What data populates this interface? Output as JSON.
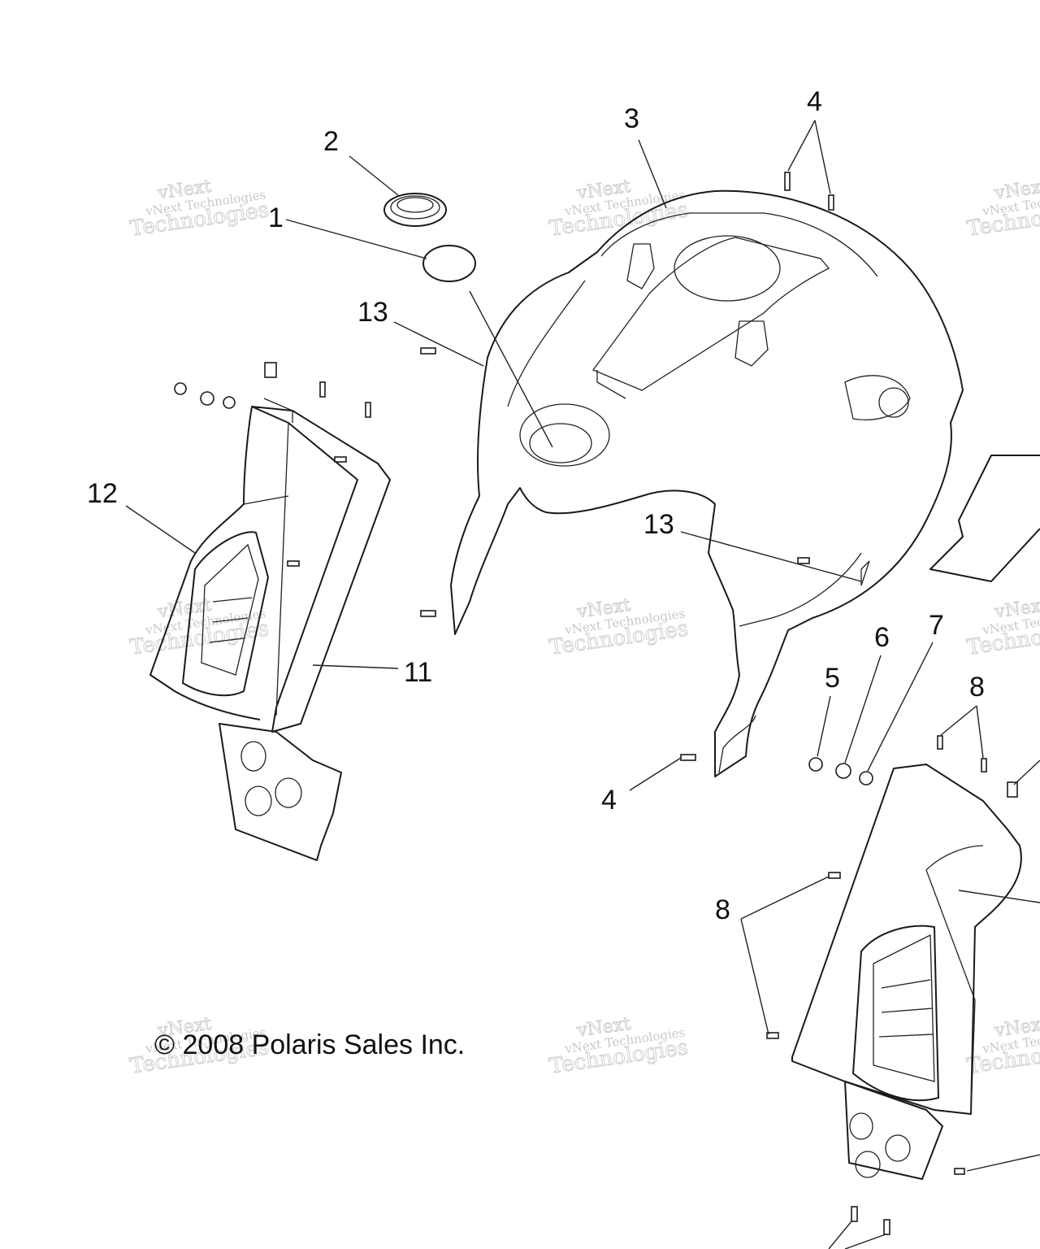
{
  "copyright": "© 2008 Polaris Sales Inc.",
  "watermark": {
    "line1": "vNext Technologies",
    "line2": "vNext",
    "line3": "Technologies"
  },
  "callouts": {
    "c1": "1",
    "c2": "2",
    "c3": "3",
    "c4a": "4",
    "c4b": "4",
    "c5": "5",
    "c6": "6",
    "c7": "7",
    "c8a": "8",
    "c8b": "8",
    "c11": "11",
    "c12": "12",
    "c13a": "13",
    "c13b": "13"
  }
}
